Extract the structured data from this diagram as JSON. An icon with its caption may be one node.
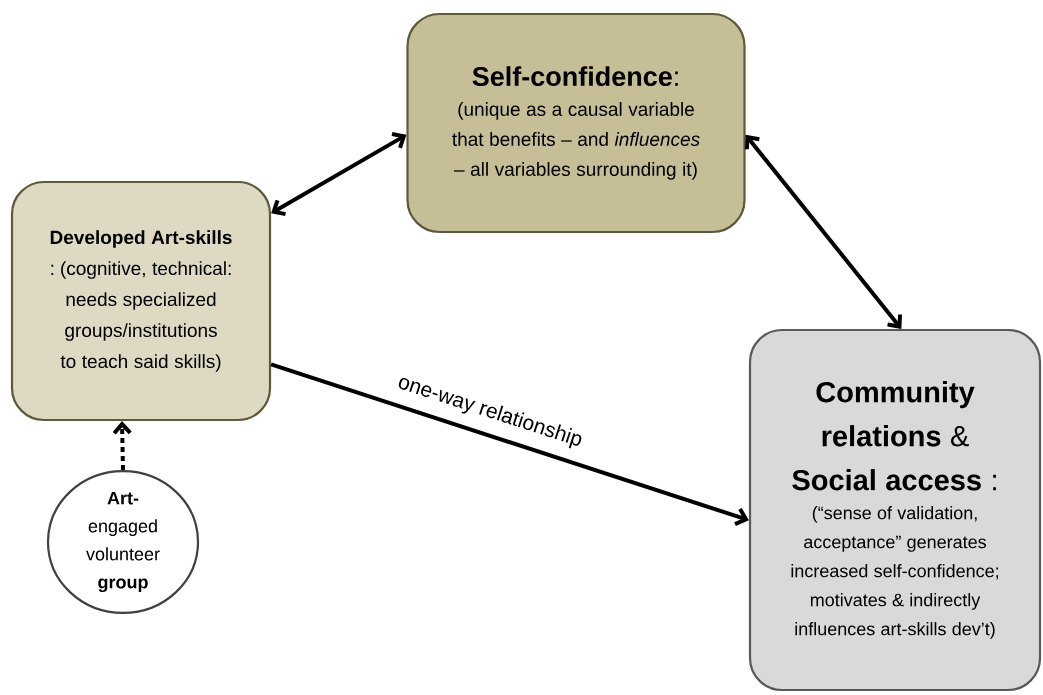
{
  "diagram": {
    "nodes": [
      {
        "text": [
          "**Self-confidence**:",
          "(unique as a causal variable that benefits – and *influences* – all variables surrounding it)"
        ]
      },
      {
        "text": [
          "**Developed Art-skills** : (cognitive, technical: needs specialized groups/institutions to teach said skills)"
        ]
      },
      {
        "text": [
          "**Community relations** & **Social access** :",
          "(“sense of validation, acceptance” generates increased self-confidence; motivates & indirectly influences art-skills dev’t)"
        ]
      },
      {
        "text": [
          "**Art-** engaged volunteer **group**"
        ]
      }
    ],
    "edges": [
      {
        "from": 0,
        "to": 1,
        "arrow": "both"
      },
      {
        "from": 0,
        "to": 2,
        "arrow": "both"
      },
      {
        "from": 1,
        "to": 2,
        "arrow": "to",
        "label": "one-way relationship"
      },
      {
        "from": 3,
        "to": 1,
        "arrow": "to",
        "style": "dashed"
      }
    ]
  }
}
